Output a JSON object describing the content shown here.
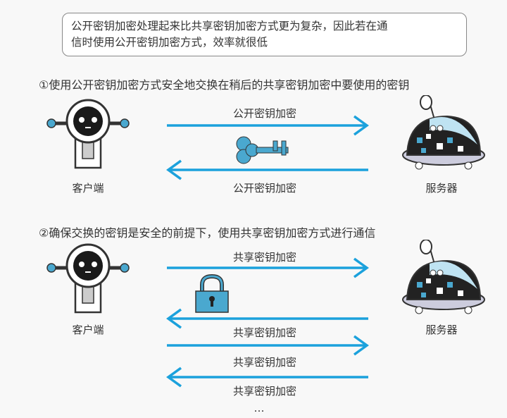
{
  "note": {
    "line1": "公开密钥加密处理起来比共享密钥加密方式更为复杂，因此若在通",
    "line2": "信时使用公开密钥加密方式，效率就很低"
  },
  "step1": {
    "title": "①使用公开密钥加密方式安全地交换在稍后的共享密钥加密中要使用的密钥",
    "client": "客户端",
    "server": "服务器",
    "arrow_top": "公开密钥加密",
    "arrow_bottom": "公开密钥加密"
  },
  "step2": {
    "title": "②确保交换的密钥是安全的前提下，使用共享密钥加密方式进行通信",
    "client": "客户端",
    "server": "服务器",
    "arrows": [
      "共享密钥加密",
      "共享密钥加密",
      "共享密钥加密",
      "共享密钥加密"
    ],
    "ellipsis": "…"
  },
  "colors": {
    "arrow": "#1ba1dc",
    "key": "#4aa8cf",
    "robot_dark": "#1a1a1a"
  }
}
